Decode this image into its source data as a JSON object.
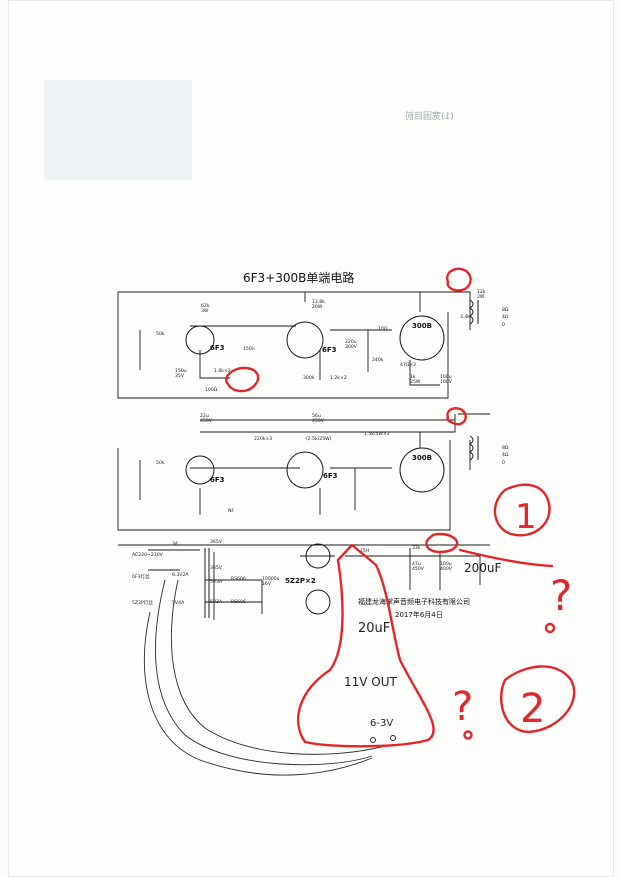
{
  "document": {
    "title": "6F3+300B单端电路",
    "company": "福建龙海掌声音频电子科技有限公司",
    "date": "2017年6月4日",
    "bleed_text": "(1)宽固目前"
  },
  "schematic": {
    "tubes": [
      "6F3",
      "6F3",
      "300B",
      "6F3",
      "6F3",
      "300B",
      "5Z2P×2"
    ],
    "components": {
      "r62k": "62k\n3W",
      "r50k": "50k",
      "r50k_b": "50k",
      "r13_8k": "13.8k\n20W",
      "c150n": "150n",
      "c220u": "220u\n300V",
      "r10": "10Ω",
      "r240k": "240k",
      "r1_6k": "1.6k×2",
      "r300k": "300k",
      "r1_2k": "1.2k×2",
      "c150u": "150u\n35V",
      "r100": "100Ω",
      "r47": "47Ω×2",
      "r1k": "1k\n25W",
      "c100u": "100u\n100V",
      "c22u": "22u\n450V",
      "r220k": "220k×3",
      "r2_5k": "(2.5k/25W)",
      "r1_5k": "1.5k/5W×2",
      "c56u": "56u\n450V",
      "c12k": "12k\n2W",
      "r3_4k": "3.4k",
      "taps": [
        "8Ω",
        "4Ω",
        "0"
      ],
      "taps_b": [
        "8Ω",
        "4Ω",
        "0"
      ],
      "nf": "NF",
      "ac_in": "AC220~230V",
      "fuse": "3A",
      "v365a": "365V",
      "v365b": "365V",
      "v6_3": "6.3V2A",
      "f6f3": "6F3灯丝",
      "v5a": "5V3A",
      "v5b": "5V3A",
      "rs606": "RS606",
      "rs606b": "RS606",
      "cap10000": "10000u\n16V",
      "v5z2p": "5Z2P灯丝",
      "v5ha": "5V4A",
      "l15h": "15H",
      "c47u": "47u\n450V",
      "c100u2": "100u\n400V",
      "c33k": "33k"
    }
  },
  "annotations": {
    "mark1": "1",
    "mark2": "2",
    "q1": "?",
    "q2": "?",
    "cap_note": "200uF",
    "cap_note2": "20uF",
    "out_label": "11V OUT",
    "out_voltage": "6-3V"
  },
  "colors": {
    "ink": "#1a1a1a",
    "marker": "#e3262b",
    "paper": "#fbfbf9"
  }
}
